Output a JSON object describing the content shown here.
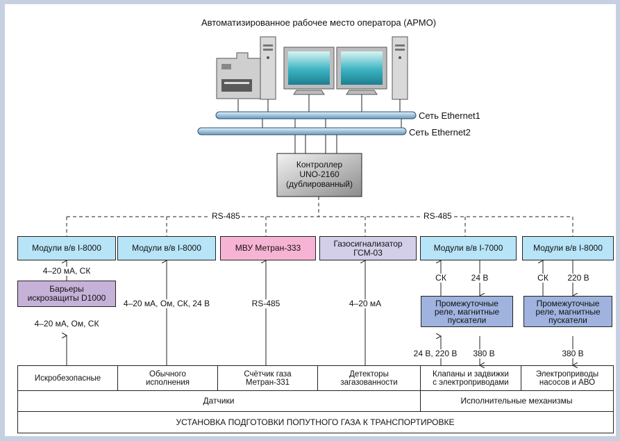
{
  "title": "Автоматизированное рабочее место оператора (АРМО)",
  "networks": {
    "ethernet1": "Сеть Ethernet1",
    "ethernet2": "Сеть Ethernet2"
  },
  "controller": {
    "line1": "Контроллер",
    "line2": "UNO-2160",
    "line3": "(дублированный)"
  },
  "bus_labels": {
    "left": "RS-485",
    "right": "RS-485"
  },
  "modules": [
    {
      "label": "Модули в/в I-8000",
      "color": "#b7e4f7"
    },
    {
      "label": "Модули в/в I-8000",
      "color": "#b7e4f7"
    },
    {
      "label": "МВУ Метран-333",
      "color": "#f7b3d3"
    },
    {
      "label_line1": "Газосигнализатор",
      "label_line2": "ГСМ-03",
      "color": "#d3cfe8"
    },
    {
      "label": "Модули в/в I-7000",
      "color": "#b7e4f7"
    },
    {
      "label": "Модули в/в I-8000",
      "color": "#b7e4f7"
    }
  ],
  "barrier": {
    "line1": "Барьеры",
    "line2": "искрозащиты D1000",
    "color": "#c6b2d8"
  },
  "relays": [
    {
      "line1": "Промежуточные",
      "line2": "реле, магнитные",
      "line3": "пускатели",
      "color": "#9fb3de"
    },
    {
      "line1": "Промежуточные",
      "line2": "реле, магнитные",
      "line3": "пускатели",
      "color": "#9fb3de"
    }
  ],
  "signals": {
    "col1_upper": "4–20 мА, СК",
    "col1_lower": "4–20 мА, Ом, СК",
    "col2": "4–20 мА, Ом, СК, 24 В",
    "col3": "RS-485",
    "col4": "4–20 мА",
    "col5_ck": "СК",
    "col5_24": "24 В",
    "col5_lower_left": "24 В, 220 В",
    "col5_lower_right": "380 В",
    "col6_ck": "СК",
    "col6_220": "220 В",
    "col6_lower": "380 В"
  },
  "field_devices": [
    "Искробезопасные",
    "Обычного\nисполнения",
    "Счётчик газа\nМетран-331",
    "Детекторы\nзагазованности",
    "Клапаны и задвижки\nс электроприводами",
    "Электроприводы\nнасосов и АВО"
  ],
  "groups": {
    "sensors": "Датчики",
    "actuators": "Исполнительные механизмы"
  },
  "footer": "УСТАНОВКА ПОДГОТОВКИ ПОПУТНОГО ГАЗА К ТРАНСПОРТИРОВКЕ"
}
